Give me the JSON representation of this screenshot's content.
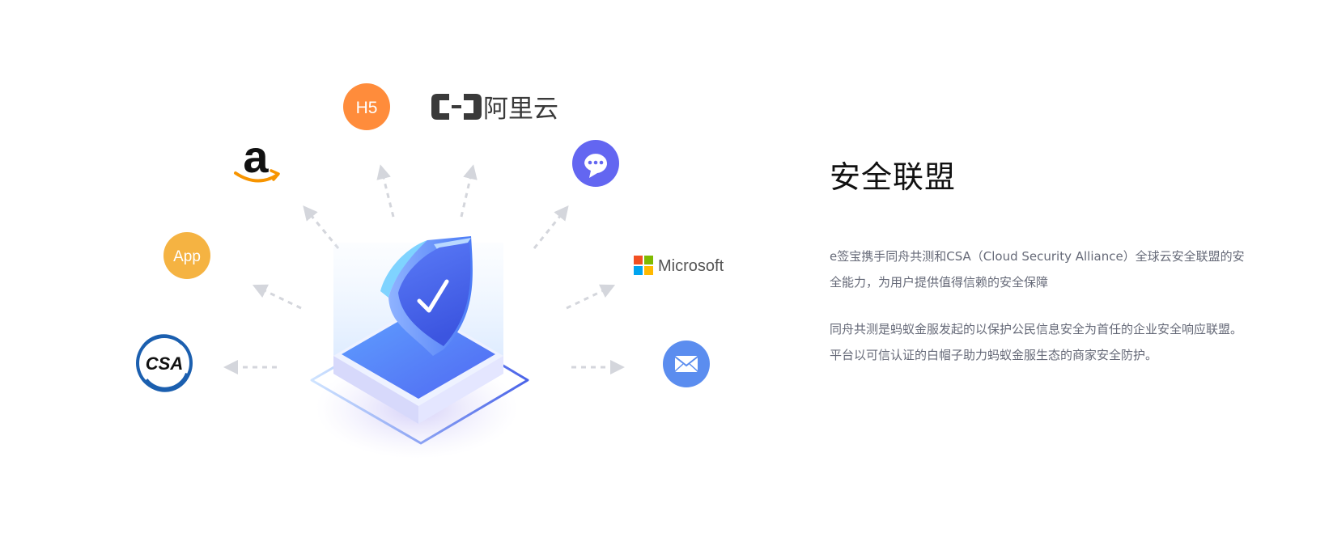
{
  "section": {
    "title": "安全联盟",
    "paragraph_1": "e签宝携手同舟共测和CSA（Cloud Security Alliance）全球云安全联盟的安全能力，为用户提供值得信赖的安全保障",
    "paragraph_2": "同舟共测是蚂蚁金服发起的以保护公民信息安全为首任的企业安全响应联盟。平台以可信认证的白帽子助力蚂蚁金服生态的商家安全防护。"
  },
  "badges": {
    "h5": "H5",
    "app": "App",
    "csa": "CSA",
    "aliyun": "阿里云",
    "microsoft": "Microsoft"
  },
  "icons": {
    "amazon": "amazon-logo-icon",
    "chat": "chat-bubble-icon",
    "mail": "envelope-icon",
    "shield": "shield-check-icon",
    "aliyun": "aliyun-bracket-logo-icon",
    "microsoft": "microsoft-windows-logo-icon"
  },
  "colors": {
    "h5": "#FF8C3B",
    "app": "#F5B342",
    "chat": "#6366F1",
    "mail": "#5B8DEF",
    "csa": "#1B5FAF",
    "amazon_arrow": "#F79400",
    "shield": "#4F6AF0",
    "title": "#111111",
    "body_text": "#666A78"
  }
}
